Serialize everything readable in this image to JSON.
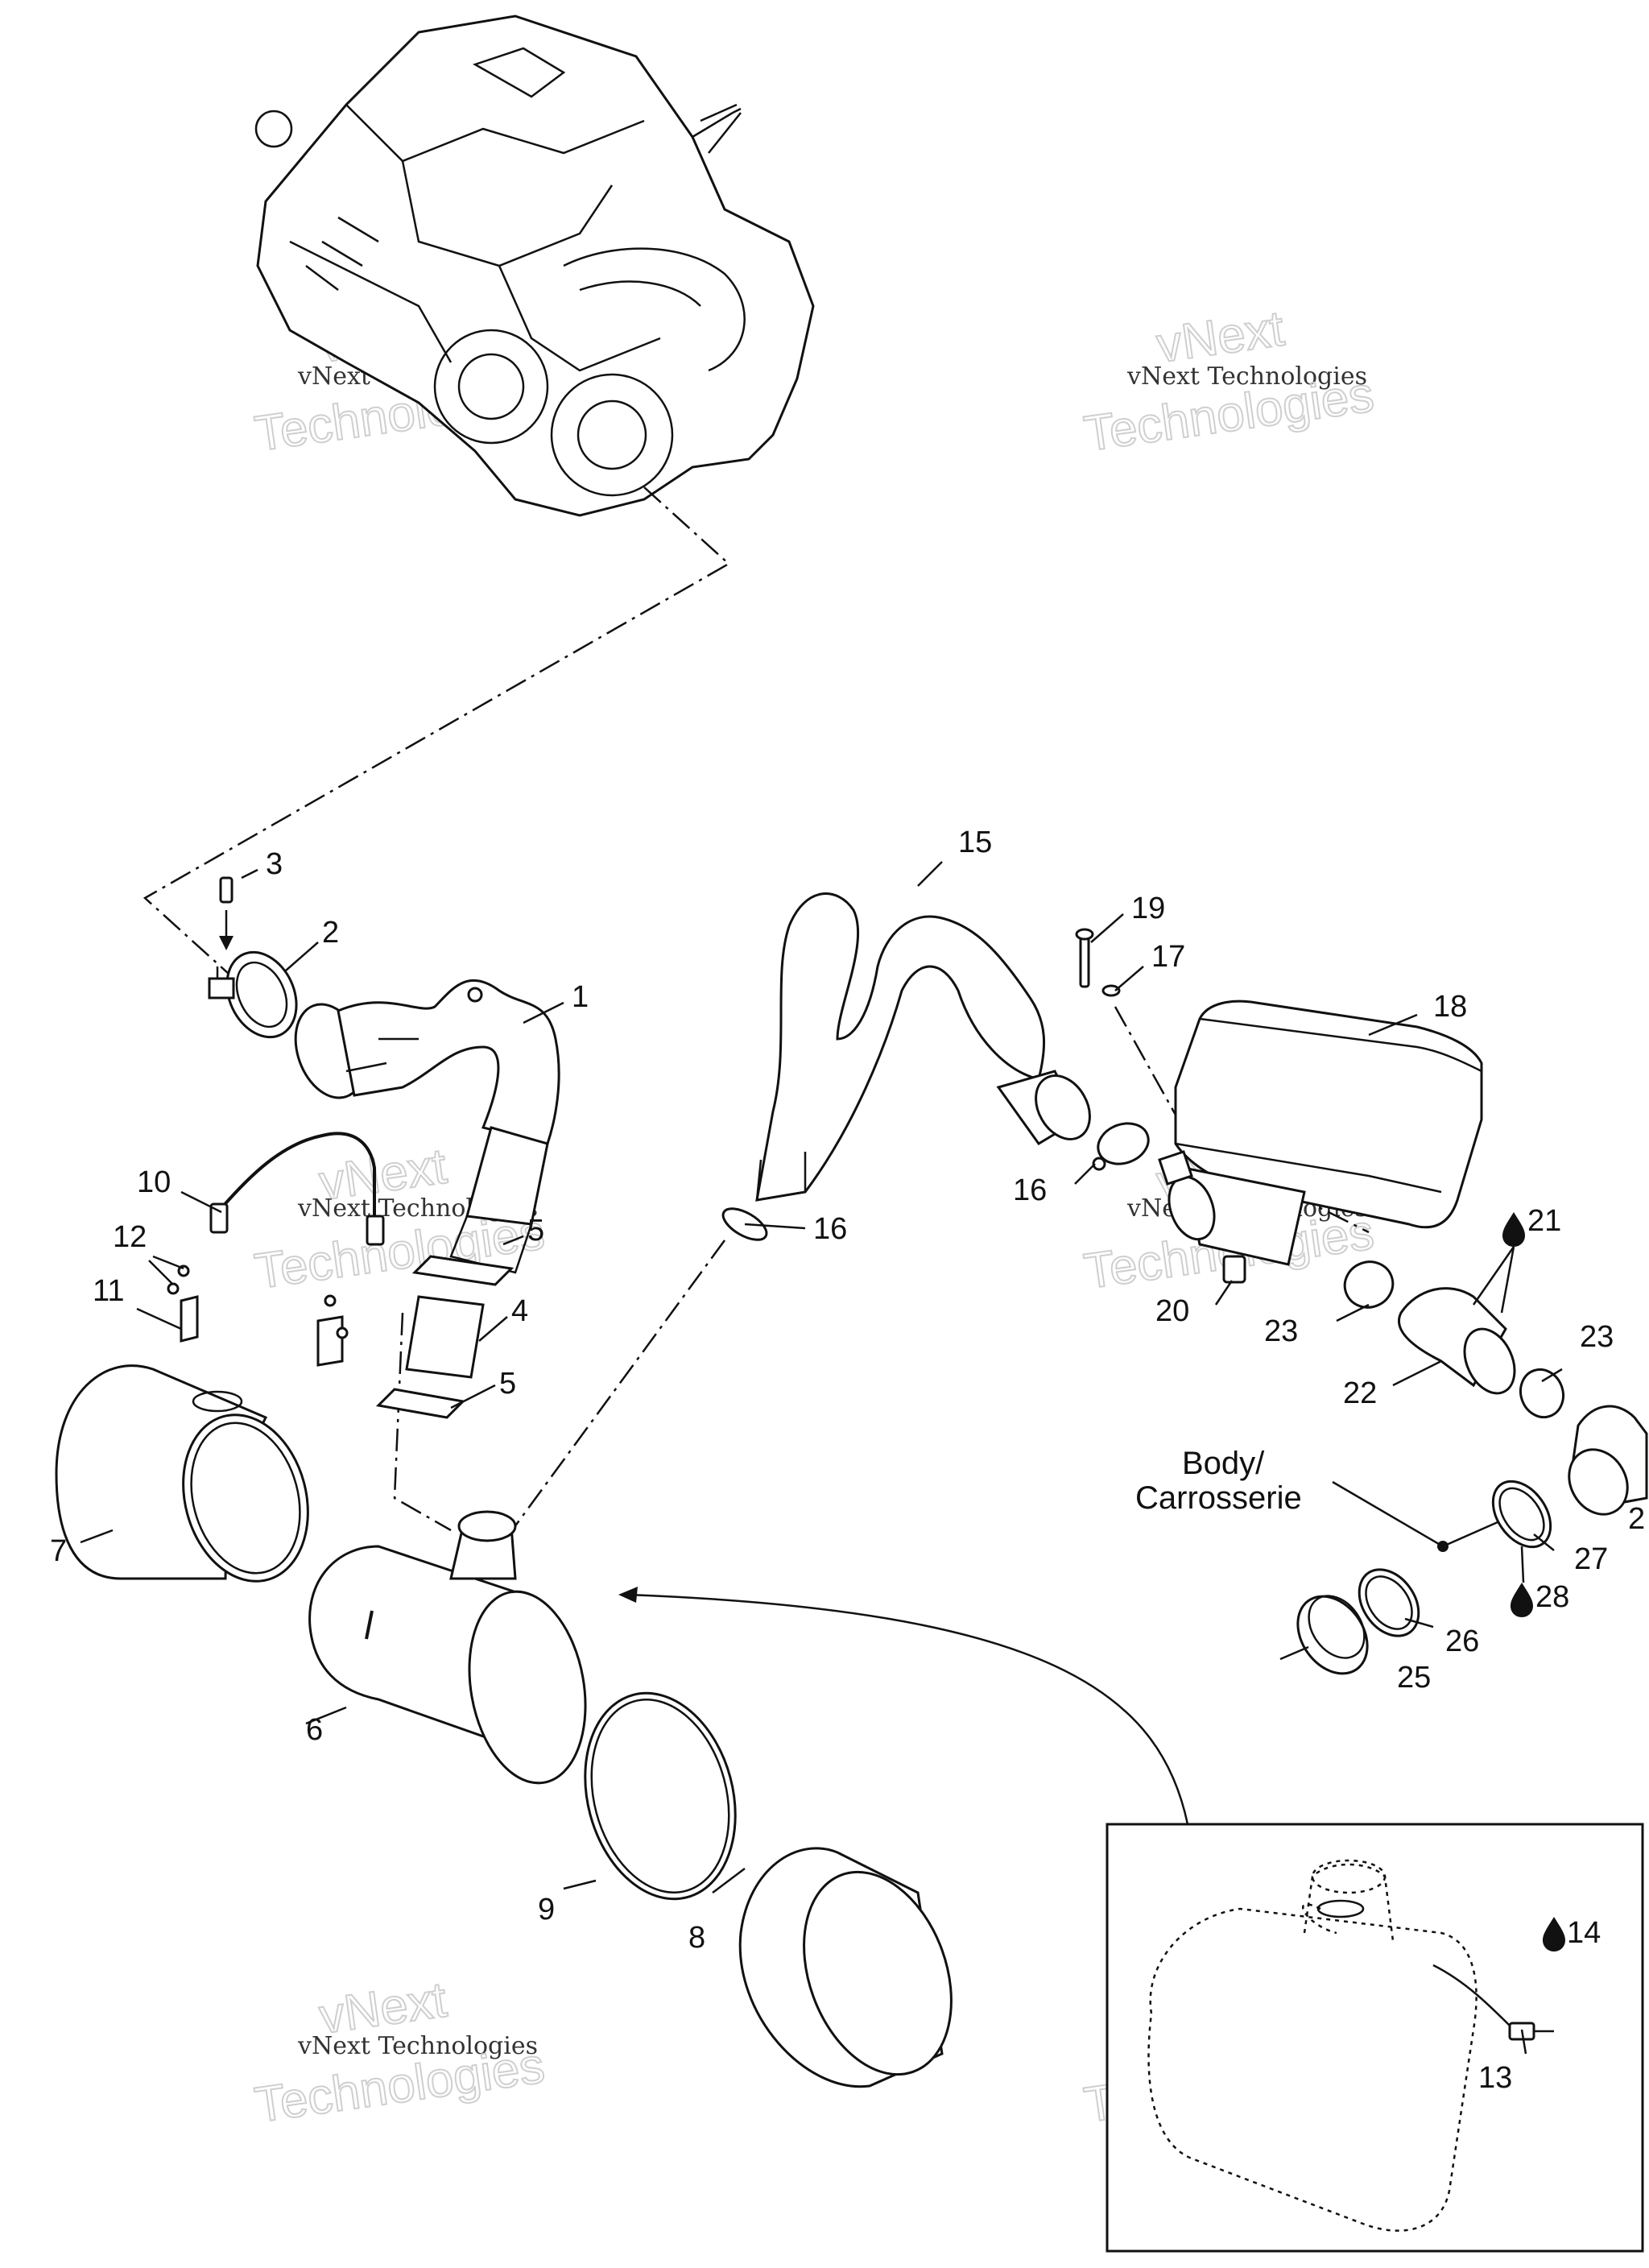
{
  "labels": {
    "p1": "1",
    "p2": "2",
    "p3": "3",
    "p4": "4",
    "p5a": "5",
    "p5b": "5",
    "p6": "6",
    "p7": "7",
    "p8": "8",
    "p9": "9",
    "p10": "10",
    "p11": "11",
    "p12": "12",
    "p13": "13",
    "p14": "14",
    "p15": "15",
    "p16a": "16",
    "p16b": "16",
    "p17": "17",
    "p18": "18",
    "p19": "19",
    "p20": "20",
    "p21": "21",
    "p22": "22",
    "p23a": "23",
    "p23b": "23",
    "p24": "2",
    "p25": "25",
    "p26": "26",
    "p27": "27",
    "p28": "28"
  },
  "body_label": {
    "line1": "Body/",
    "line2": "Carrosserie"
  },
  "watermark": {
    "line1": "vNext Technologies",
    "line2": "vNext",
    "line3": "Technologies"
  },
  "icons": {
    "grease": "grease-drop-icon"
  }
}
